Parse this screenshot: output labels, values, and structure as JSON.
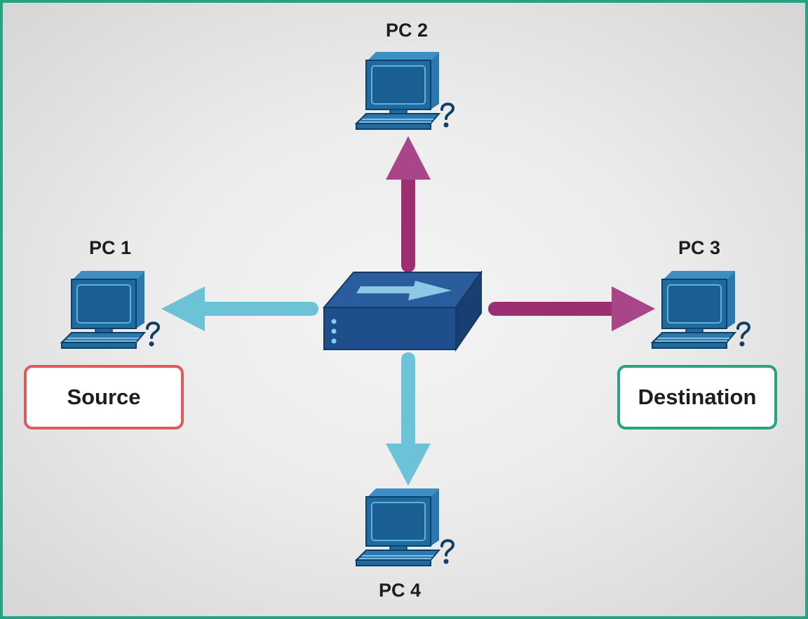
{
  "nodes": {
    "pc1": {
      "label": "PC 1",
      "question_mark": "?"
    },
    "pc2": {
      "label": "PC 2",
      "question_mark": "?"
    },
    "pc3": {
      "label": "PC 3",
      "question_mark": "?"
    },
    "pc4": {
      "label": "PC 4",
      "question_mark": "?"
    }
  },
  "roles": {
    "source": {
      "label": "Source",
      "color": "#e05a5a"
    },
    "destination": {
      "label": "Destination",
      "color": "#27a383"
    }
  },
  "colors": {
    "frame": "#27a383",
    "switch": "#1e4f8c",
    "arrow_light_blue": "#6cc3d8",
    "arrow_magenta": "#9b2f72",
    "pc_body": "#1f6a9e",
    "pc_screen": "#1a5f94"
  },
  "icons": {
    "switch": "network-switch-icon",
    "pc": "desktop-computer-icon"
  }
}
